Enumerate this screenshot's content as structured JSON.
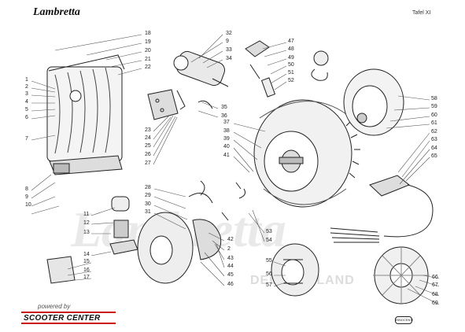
{
  "header": {
    "brand": "Lambretta",
    "sheet_label": "Tafel XI"
  },
  "footer": {
    "powered_by": "powered by",
    "sponsor": "SCOOTER CENTER"
  },
  "watermark": {
    "brand": "Lambretta",
    "country": "DEUTSCHLAND"
  },
  "colors": {
    "ink": "#222222",
    "sponsor_red": "#cc1111",
    "watermark": "#d8d8d8"
  },
  "callouts": {
    "left": [
      "1",
      "2",
      "3",
      "4",
      "5",
      "6",
      "7",
      "8",
      "9",
      "10"
    ],
    "top_center_left": [
      "18",
      "19",
      "20",
      "21",
      "22"
    ],
    "top_center_right": [
      "32",
      "9",
      "33",
      "34"
    ],
    "mid_center": [
      "35",
      "36"
    ],
    "upper_right_small": [
      "47",
      "48",
      "49",
      "50",
      "51",
      "52"
    ],
    "mid_left_center": [
      "23",
      "24",
      "25",
      "26",
      "27"
    ],
    "flywheel": [
      "37",
      "38",
      "39",
      "40",
      "41"
    ],
    "right_column": [
      "58",
      "59",
      "60",
      "61",
      "62",
      "63",
      "64",
      "65"
    ],
    "lower_left": [
      "11",
      "12",
      "13",
      "14",
      "15",
      "16",
      "17"
    ],
    "lower_center": [
      "28",
      "29",
      "30",
      "31"
    ],
    "lower_center_col": [
      "42",
      "2",
      "43",
      "44",
      "45",
      "46"
    ],
    "lower_mid": [
      "53",
      "54"
    ],
    "lower_right_mid": [
      "55",
      "56",
      "57"
    ],
    "lower_right": [
      "66",
      "67",
      "68",
      "69"
    ]
  }
}
